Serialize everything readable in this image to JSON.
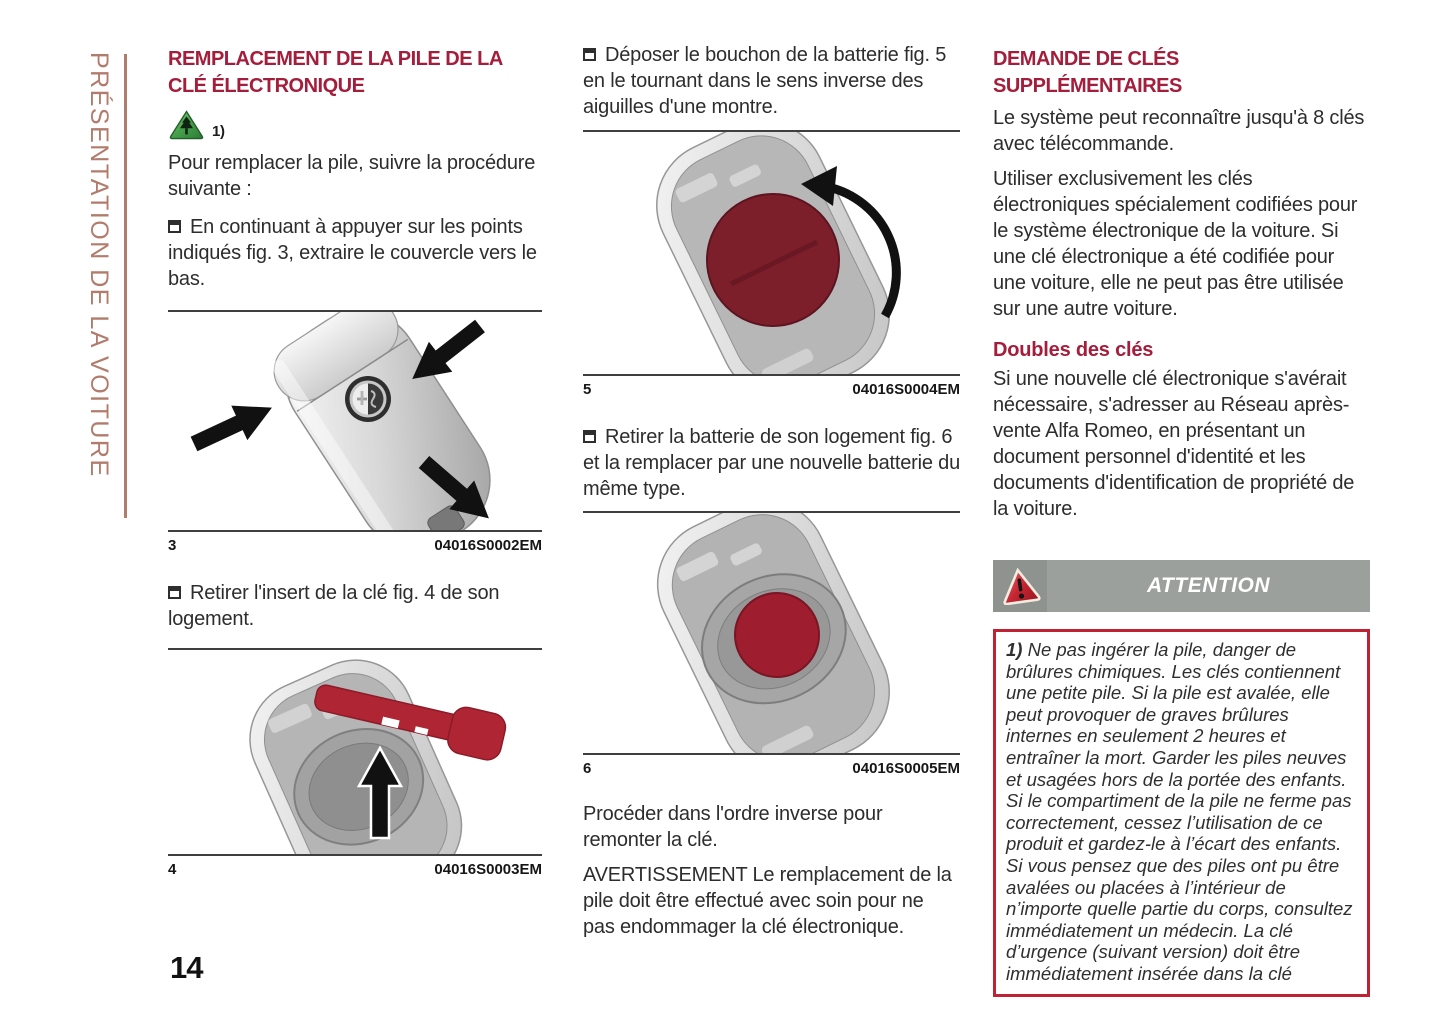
{
  "page": {
    "number": "14"
  },
  "sidebar": {
    "chapter": "PRÉSENTATION DE LA VOITURE"
  },
  "col1": {
    "heading": "REMPLACEMENT DE LA PILE DE LA CLÉ ÉLECTRONIQUE",
    "note_ref": "1)",
    "intro": "Pour remplacer la pile, suivre la procédure suivante :",
    "bullet1": "En continuant à appuyer sur les points indiqués fig. 3, extraire le couvercle vers le bas.",
    "fig3": {
      "number": "3",
      "code": "04016S0002EM"
    },
    "bullet2": "Retirer l'insert de la clé fig. 4 de son logement.",
    "fig4": {
      "number": "4",
      "code": "04016S0003EM"
    }
  },
  "col2": {
    "bullet1": "Déposer le bouchon de la batterie fig. 5 en le tournant dans le sens inverse des aiguilles d'une montre.",
    "fig5": {
      "number": "5",
      "code": "04016S0004EM"
    },
    "bullet2": "Retirer la batterie de son logement fig. 6 et la remplacer par une nouvelle batterie du même type.",
    "fig6": {
      "number": "6",
      "code": "04016S0005EM"
    },
    "para1": "Procéder dans l'ordre inverse pour remonter la clé.",
    "para2": "AVERTISSEMENT Le remplacement de la pile doit être effectué avec soin pour ne pas endommager la clé électronique."
  },
  "col3": {
    "heading": "DEMANDE DE CLÉS SUPPLÉMENTAIRES",
    "para1": "Le système peut reconnaître jusqu'à 8 clés avec télécommande.",
    "para2": "Utiliser exclusivement les clés électroniques spécialement codifiées pour le système électronique de la voiture. Si une clé électronique a été codifiée pour une voiture, elle ne peut pas être utilisée sur une autre voiture.",
    "subheading": "Doubles des clés",
    "para3": "Si une nouvelle clé électronique s'avérait nécessaire, s'adresser au Réseau après-vente Alfa Romeo, en présentant un document personnel d'identité et les documents d'identification de propriété de la voiture.",
    "attention_label": "ATTENTION",
    "note_ref": "1)",
    "note_text": "Ne pas ingérer la pile, danger de brûlures chimiques. Les clés contiennent une petite pile. Si la pile est avalée, elle peut provoquer de graves brûlures internes en seulement 2 heures et entraîner la mort. Garder les piles neuves et usagées hors de la portée des enfants. Si le compartiment de la pile ne ferme pas correctement, cessez l’utilisation de ce produit et gardez-le à l’écart des enfants. Si vous pensez que des piles ont pu être avalées ou placées à l’intérieur de n’importe quelle partie du corps, consultez immédiatement un médecin. La clé d’urgence (suivant version) doit être immédiatement insérée dans la clé"
  },
  "icons": {
    "environment_note_icon": "green-triangle-tree",
    "warning_triangle_icon": "red-triangle-exclamation",
    "square_bullet_icon": "open-square"
  },
  "colors": {
    "heading_red": "#a41e3c",
    "sidebar_brown": "#b27c6d",
    "attention_bar_gray": "#9ba09d",
    "attention_icon_cell_gray": "#8e938f",
    "note_border_red": "#c02133",
    "battery_cap_red": "#7d1f2b",
    "battery_red": "#9e1d2e",
    "insert_key_red": "#b02533"
  }
}
